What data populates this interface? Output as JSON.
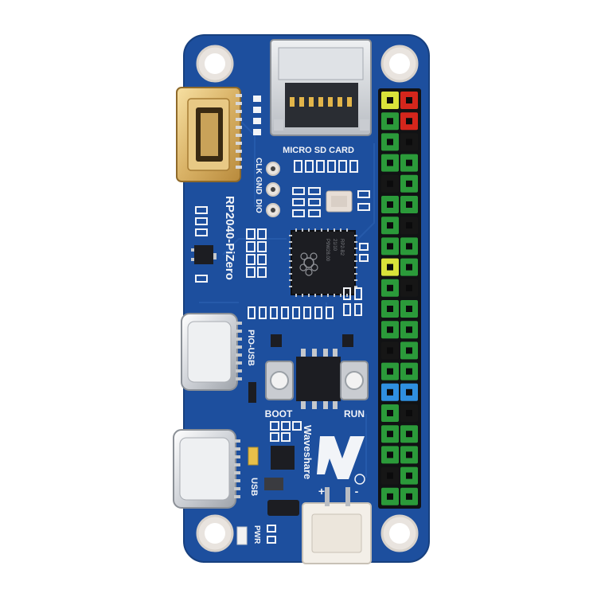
{
  "board": {
    "name": "RP2040-PiZero",
    "sd_label": "MICRO SD CARD",
    "debug_pins": [
      "CLK",
      "GND",
      "DIO"
    ],
    "pio_usb_label": "PIO-USB",
    "usb_label": "USB",
    "boot_label": "BOOT",
    "run_label": "RUN",
    "brand": "Waveshare",
    "pwr_label": "PWR",
    "plus_label": "+",
    "minus_label": "-"
  },
  "chip": {
    "line1": "RP2-B2",
    "line2": "21/10",
    "line3": "RPI-RP2",
    "line4": "P9W28.00"
  },
  "header_pin_colors": [
    [
      "#d9e23a",
      "#d4261c"
    ],
    [
      "#2b9a3a",
      "#d4261c"
    ],
    [
      "#2b9a3a",
      "#161616"
    ],
    [
      "#2b9a3a",
      "#2b9a3a"
    ],
    [
      "#161616",
      "#2b9a3a"
    ],
    [
      "#2b9a3a",
      "#2b9a3a"
    ],
    [
      "#2b9a3a",
      "#161616"
    ],
    [
      "#2b9a3a",
      "#2b9a3a"
    ],
    [
      "#d9e23a",
      "#2b9a3a"
    ],
    [
      "#2b9a3a",
      "#161616"
    ],
    [
      "#2b9a3a",
      "#2b9a3a"
    ],
    [
      "#2b9a3a",
      "#2b9a3a"
    ],
    [
      "#161616",
      "#2b9a3a"
    ],
    [
      "#2b9a3a",
      "#2b9a3a"
    ],
    [
      "#2f8fe0",
      "#2f8fe0"
    ],
    [
      "#2b9a3a",
      "#161616"
    ],
    [
      "#2b9a3a",
      "#2b9a3a"
    ],
    [
      "#2b9a3a",
      "#2b9a3a"
    ],
    [
      "#161616",
      "#2b9a3a"
    ],
    [
      "#2b9a3a",
      "#2b9a3a"
    ]
  ],
  "colors": {
    "pcb": "#1d4f9e",
    "pcb_edge": "#17407f"
  }
}
